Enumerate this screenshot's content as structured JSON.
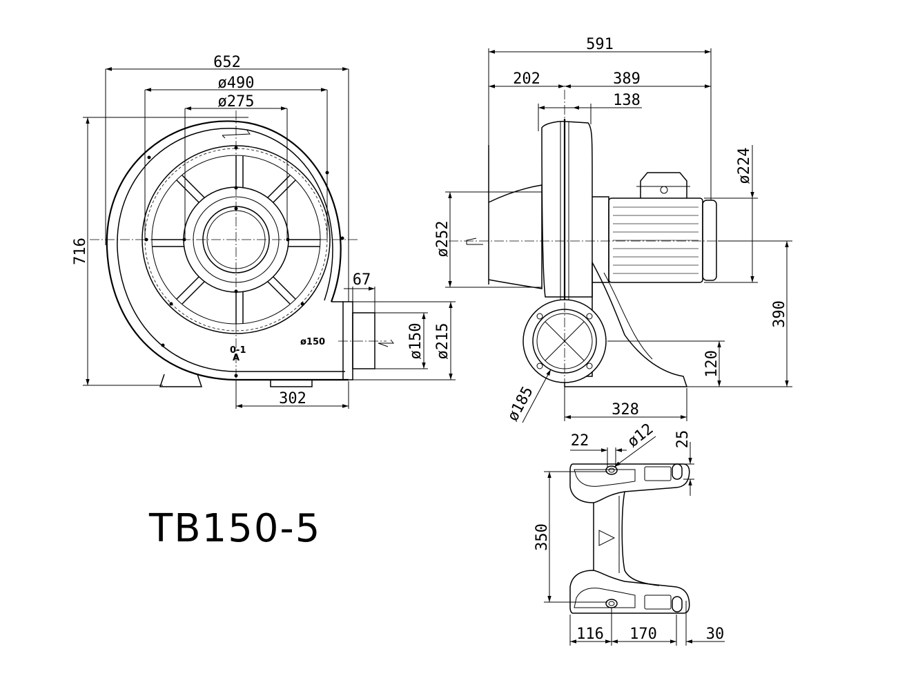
{
  "model": "TB150-5",
  "front_view": {
    "width": "652",
    "housing_dia": "ø490",
    "inlet_dia": "ø275",
    "height": "716",
    "outlet_len": "67",
    "outlet_dia": "ø150",
    "flange_dia": "ø215",
    "outlet_offset": "302",
    "outlet_label": "ø150",
    "rotation_label": "0-1",
    "rotation_sub": "A"
  },
  "side_view": {
    "overall_len": "591",
    "inlet_len": "202",
    "motor_len": "389",
    "housing_width": "138",
    "motor_dia": "ø224",
    "inlet_dia": "ø252",
    "center_height": "390",
    "outlet_dia": "ø185",
    "outlet_height": "120",
    "base_len": "328"
  },
  "base_view": {
    "slot_width": "22",
    "hole_dia": "ø12",
    "slot_depth": "25",
    "base_width": "350",
    "left_offset": "116",
    "hole_spacing": "170",
    "right_offset": "30"
  }
}
